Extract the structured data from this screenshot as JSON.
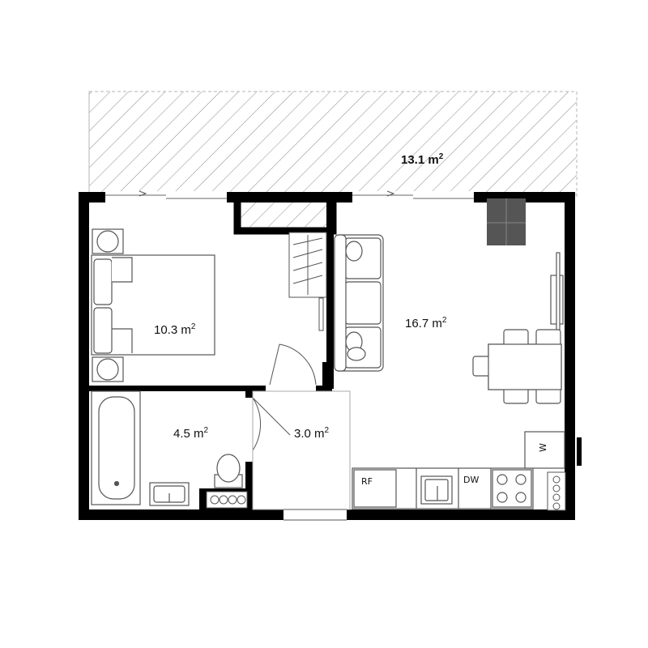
{
  "plan": {
    "rooms": [
      {
        "id": "balcony",
        "area": "13.1 m",
        "sup": "2"
      },
      {
        "id": "bedroom",
        "area": "10.3 m",
        "sup": "2"
      },
      {
        "id": "living",
        "area": "16.7 m",
        "sup": "2"
      },
      {
        "id": "bathroom",
        "area": "4.5 m",
        "sup": "2"
      },
      {
        "id": "hall",
        "area": "3.0 m",
        "sup": "2"
      }
    ],
    "appliances": {
      "fridge": "RF",
      "dishwasher": "DW",
      "washer": "W"
    },
    "colors": {
      "wall": "#000000",
      "furniture_stroke": "#555555",
      "furniture_fill": "#ffffff",
      "hatch": "#999999",
      "chimney": "#555555"
    }
  }
}
